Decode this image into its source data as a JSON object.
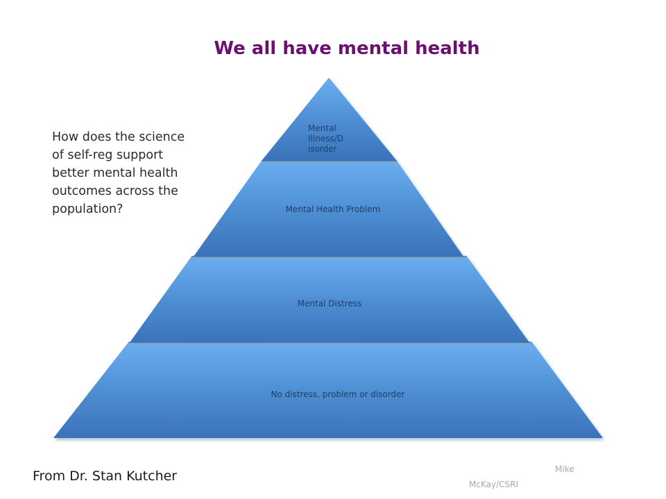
{
  "title": "We all have mental health",
  "pyramid": {
    "tiers": [
      {
        "lines": [
          "Mental",
          "Illness/D",
          "isorder"
        ]
      },
      {
        "label": "Mental Health Problem"
      },
      {
        "label": "Mental Distress"
      },
      {
        "label": "No distress, problem or disorder"
      }
    ],
    "colors": {
      "top": "#6aaef0",
      "middle": "#4f8fd4",
      "bottom": "#3a72b8",
      "shadow": "#9fb6cc"
    }
  },
  "question": {
    "lines": [
      "How does the science",
      "of self-reg support",
      "better mental health",
      "outcomes across the",
      "population?"
    ]
  },
  "source": "From Dr. Stan Kutcher",
  "credit": {
    "line1": "Mike",
    "line2": "McKay/CSRI"
  }
}
